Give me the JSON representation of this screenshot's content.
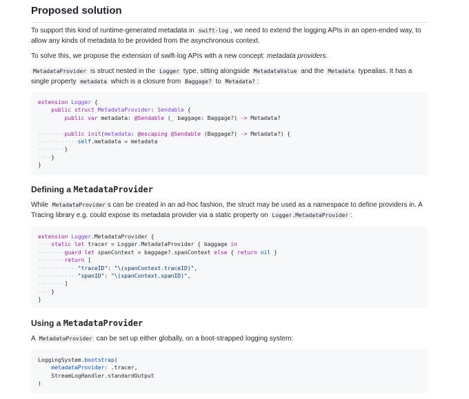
{
  "proposed": {
    "heading": "Proposed solution",
    "p1_a": "To support this kind of runtime-generated metadata in ",
    "p1_code": "swift-log",
    "p1_b": ", we need to extend the logging APIs in an open-ended way, to allow any kinds of metadata to be provided from the asynchronous context.",
    "p2_a": "To solve this, we propose the extension of swift-log APIs with a new concept: ",
    "p2_em": "metadata providers",
    "p2_b": ".",
    "p3_code1": "MetadataProvider",
    "p3_a": " is struct nested in the ",
    "p3_code2": "Logger",
    "p3_b": " type, sitting alongside ",
    "p3_code3": "MetadataValue",
    "p3_c": " and the ",
    "p3_code4": "Metadata",
    "p3_d": " typealias. It has a single property ",
    "p3_code5": "metadata",
    "p3_e": " which is a closure from ",
    "p3_code6": "Baggage?",
    "p3_f": " to ",
    "p3_code7": "Metadata?",
    "p3_g": ":"
  },
  "code1": [
    [
      [
        "k",
        "extension"
      ],
      [
        "p",
        " "
      ],
      [
        "t",
        "Logger"
      ],
      [
        "p",
        " {"
      ]
    ],
    [
      [
        "p",
        "    "
      ],
      [
        "k",
        "public struct"
      ],
      [
        "p",
        " "
      ],
      [
        "t",
        "MetadataProvider"
      ],
      [
        "p",
        ": "
      ],
      [
        "t",
        "Sendable"
      ],
      [
        "p",
        " {"
      ]
    ],
    [
      [
        "p",
        "        "
      ],
      [
        "k",
        "public var"
      ],
      [
        "p",
        " metadata: "
      ],
      [
        "k",
        "@Sendable"
      ],
      [
        "p",
        " (_ baggage: Baggage?) "
      ],
      [
        "k",
        "->"
      ],
      [
        "p",
        " Metadata?"
      ]
    ],
    [],
    [
      [
        "w",
        "········"
      ],
      [
        "k",
        "public init"
      ],
      [
        "p",
        "("
      ],
      [
        "t",
        "metadata"
      ],
      [
        "p",
        ": "
      ],
      [
        "k",
        "@escaping @Sendable"
      ],
      [
        "p",
        " (Baggage?) "
      ],
      [
        "k",
        "->"
      ],
      [
        "p",
        " Metadata?) {"
      ]
    ],
    [
      [
        "w",
        "············"
      ],
      [
        "i",
        "self"
      ],
      [
        "p",
        ".metadata = metadata"
      ]
    ],
    [
      [
        "w",
        "········"
      ],
      [
        "p",
        "}"
      ]
    ],
    [
      [
        "w",
        "····"
      ],
      [
        "p",
        "}"
      ]
    ],
    [
      [
        "p",
        "}"
      ]
    ]
  ],
  "defining": {
    "heading_a": "Defining a ",
    "heading_code": "MetadataProvider",
    "p_a": "While ",
    "p_code1": "MetadataProvider",
    "p_b": "s can be created in an ad-hoc fashion, the struct may be used as a namespace to define providers in. A Tracing library e.g. could expose its metadata provider via a static property on ",
    "p_code2": "Logger.MetadataProvider",
    "p_c": ":"
  },
  "code2": [
    [
      [
        "k",
        "extension"
      ],
      [
        "p",
        " "
      ],
      [
        "t",
        "Logger"
      ],
      [
        "p",
        ".MetadataProvider {"
      ]
    ],
    [
      [
        "w",
        "····"
      ],
      [
        "k",
        "static let"
      ],
      [
        "p",
        " tracer = Logger.MetadataProvider { baggage "
      ],
      [
        "k",
        "in"
      ]
    ],
    [
      [
        "w",
        "········"
      ],
      [
        "k",
        "guard let"
      ],
      [
        "p",
        " spanContext = baggage?.spanContext "
      ],
      [
        "k",
        "else"
      ],
      [
        "p",
        " { "
      ],
      [
        "k",
        "return"
      ],
      [
        "p",
        " "
      ],
      [
        "i",
        "nil"
      ],
      [
        "p",
        " }"
      ]
    ],
    [
      [
        "w",
        "········"
      ],
      [
        "k",
        "return"
      ],
      [
        "p",
        " ["
      ]
    ],
    [
      [
        "w",
        "············"
      ],
      [
        "s",
        "\"traceID\""
      ],
      [
        "p",
        ": "
      ],
      [
        "s",
        "\"\\(spanContext.traceID)\""
      ],
      [
        "p",
        ","
      ]
    ],
    [
      [
        "w",
        "············"
      ],
      [
        "s",
        "\"spanID\""
      ],
      [
        "p",
        ": "
      ],
      [
        "s",
        "\"\\(spanContext.spanID)\""
      ],
      [
        "p",
        ","
      ]
    ],
    [
      [
        "w",
        "········"
      ],
      [
        "p",
        "]"
      ]
    ],
    [
      [
        "w",
        "····"
      ],
      [
        "p",
        "}"
      ]
    ],
    [
      [
        "p",
        "}"
      ]
    ]
  ],
  "using": {
    "heading_a": "Using a ",
    "heading_code": "MetadataProvider",
    "p_a": "A ",
    "p_code": "MetadataProvider",
    "p_b": " can be set up either globally, on a boot-strapped logging system:"
  },
  "code3": [
    [
      [
        "p",
        "LoggingSystem."
      ],
      [
        "i",
        "bootstrap"
      ],
      [
        "p",
        "("
      ]
    ],
    [
      [
        "p",
        "    "
      ],
      [
        "i",
        "metadataProvider"
      ],
      [
        "p",
        ": .tracer,"
      ]
    ],
    [
      [
        "p",
        "    StreamLogHandler.standardOutput"
      ]
    ],
    [
      [
        "p",
        ")"
      ]
    ]
  ]
}
